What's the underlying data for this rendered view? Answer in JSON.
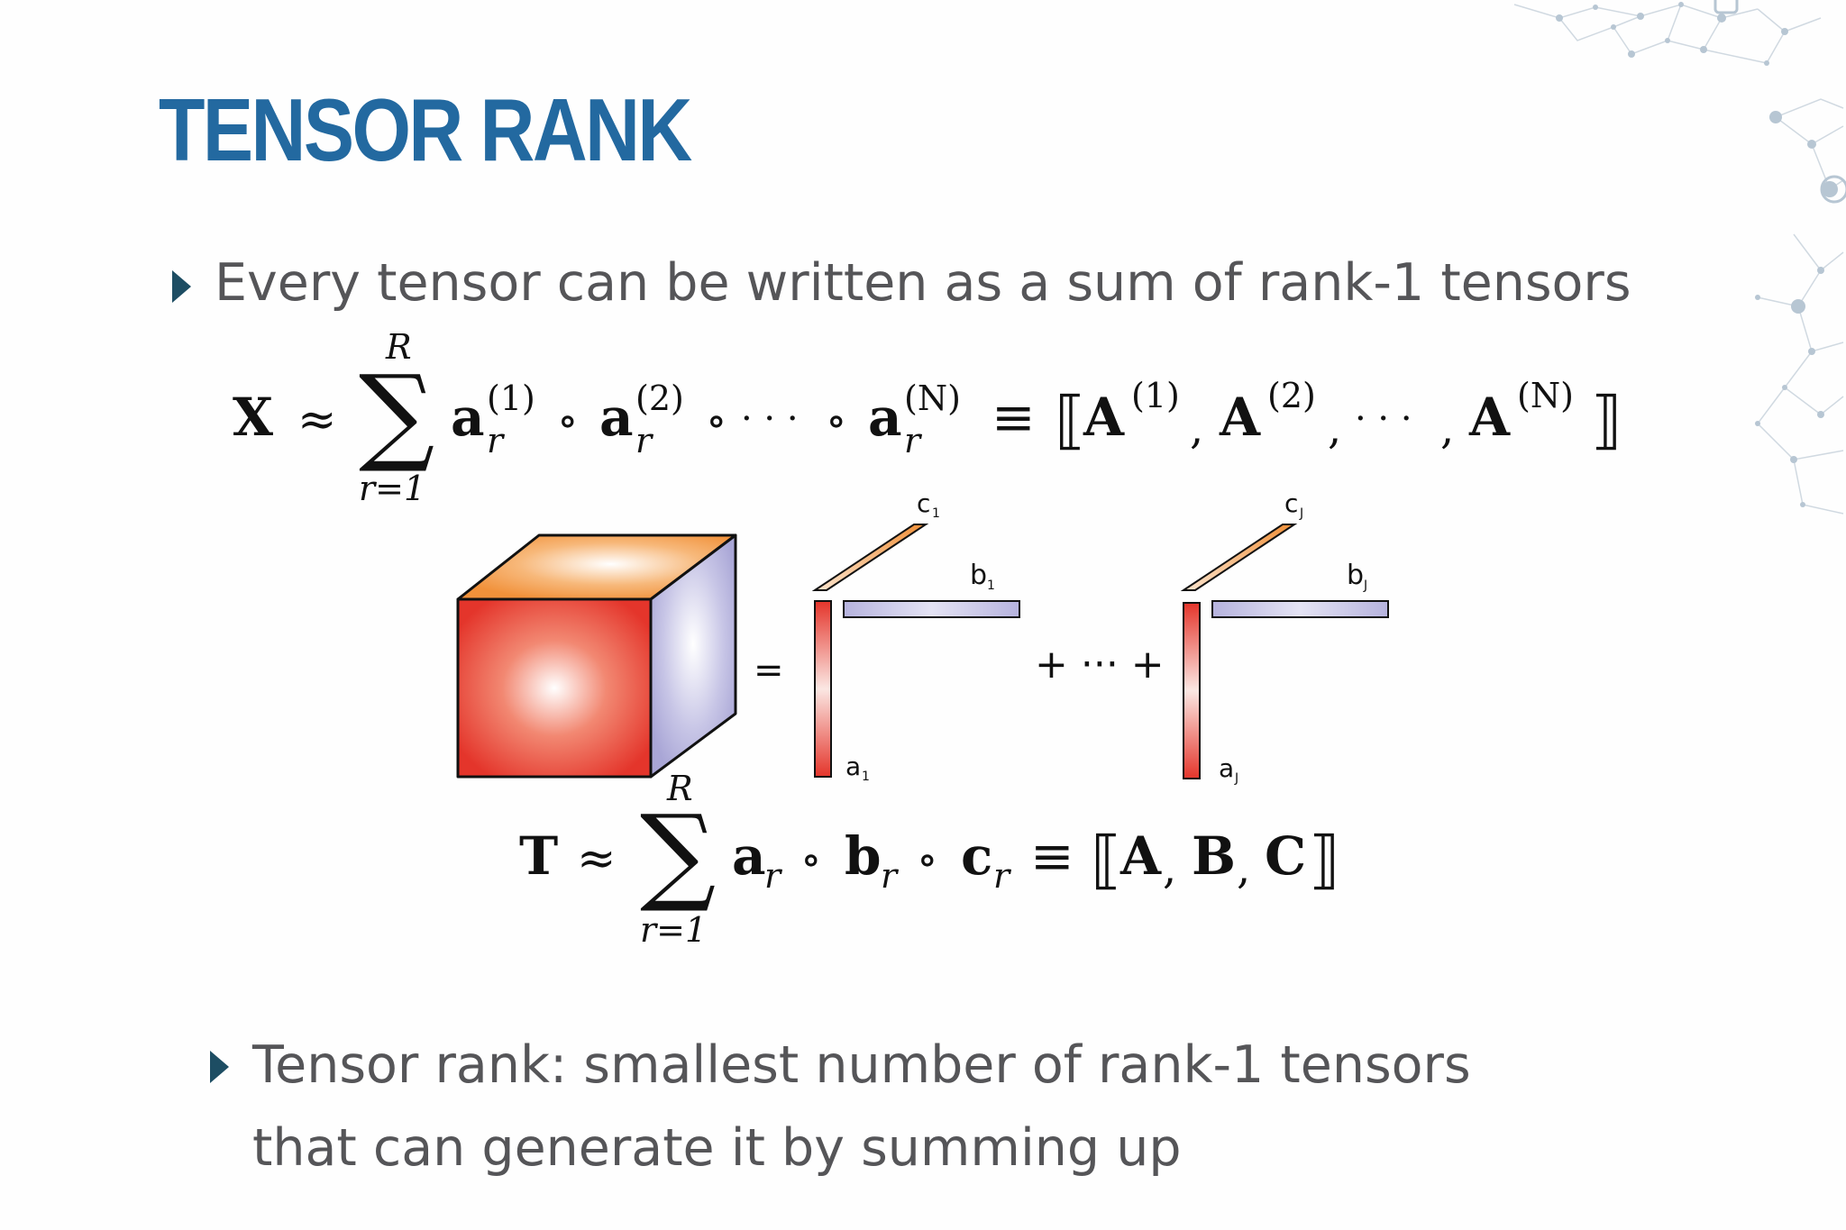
{
  "slide": {
    "title": "TENSOR RANK",
    "bullets": [
      {
        "lines": [
          "Every tensor can be written as a sum of rank-1 tensors"
        ]
      },
      {
        "lines": [
          "Tensor rank: smallest number of rank-1 tensors",
          "that can generate it by summing up"
        ]
      }
    ]
  },
  "formula_1": {
    "lhs": "X",
    "approx": "≈",
    "sum_upper": "R",
    "sum_lower": "r=1",
    "term_base": "a",
    "subscript": "r",
    "superscripts": [
      "(1)",
      "(2)",
      "(N)"
    ],
    "compose": "∘",
    "dots": "· · ·",
    "equiv": "≡",
    "matrix_base": "A",
    "matrix_superscripts": [
      "(1)",
      "(2)",
      "(N)"
    ]
  },
  "diagram": {
    "equals": "=",
    "plus_dots": "+ ··· +",
    "labels": {
      "a1": "a",
      "a1_sub": "1",
      "b1": "b",
      "b1_sub": "1",
      "c1": "c",
      "c1_sub": "1",
      "aJ": "a",
      "aJ_sub": "J",
      "bJ": "b",
      "bJ_sub": "J",
      "cJ": "c",
      "cJ_sub": "J"
    }
  },
  "formula_2": {
    "lhs": "T",
    "approx": "≈",
    "sum_upper": "R",
    "sum_lower": "r=1",
    "terms": [
      "a",
      "b",
      "c"
    ],
    "subscript": "r",
    "compose": "∘",
    "equiv": "≡",
    "factors": [
      "A",
      "B",
      "C"
    ]
  },
  "colors": {
    "title": "#2369a0",
    "bullet_arrow": "#1d4d63",
    "text": "#555558",
    "cube_front": "#e4352b",
    "cube_top": "#f1913a",
    "cube_side": "#a9a6d6"
  }
}
